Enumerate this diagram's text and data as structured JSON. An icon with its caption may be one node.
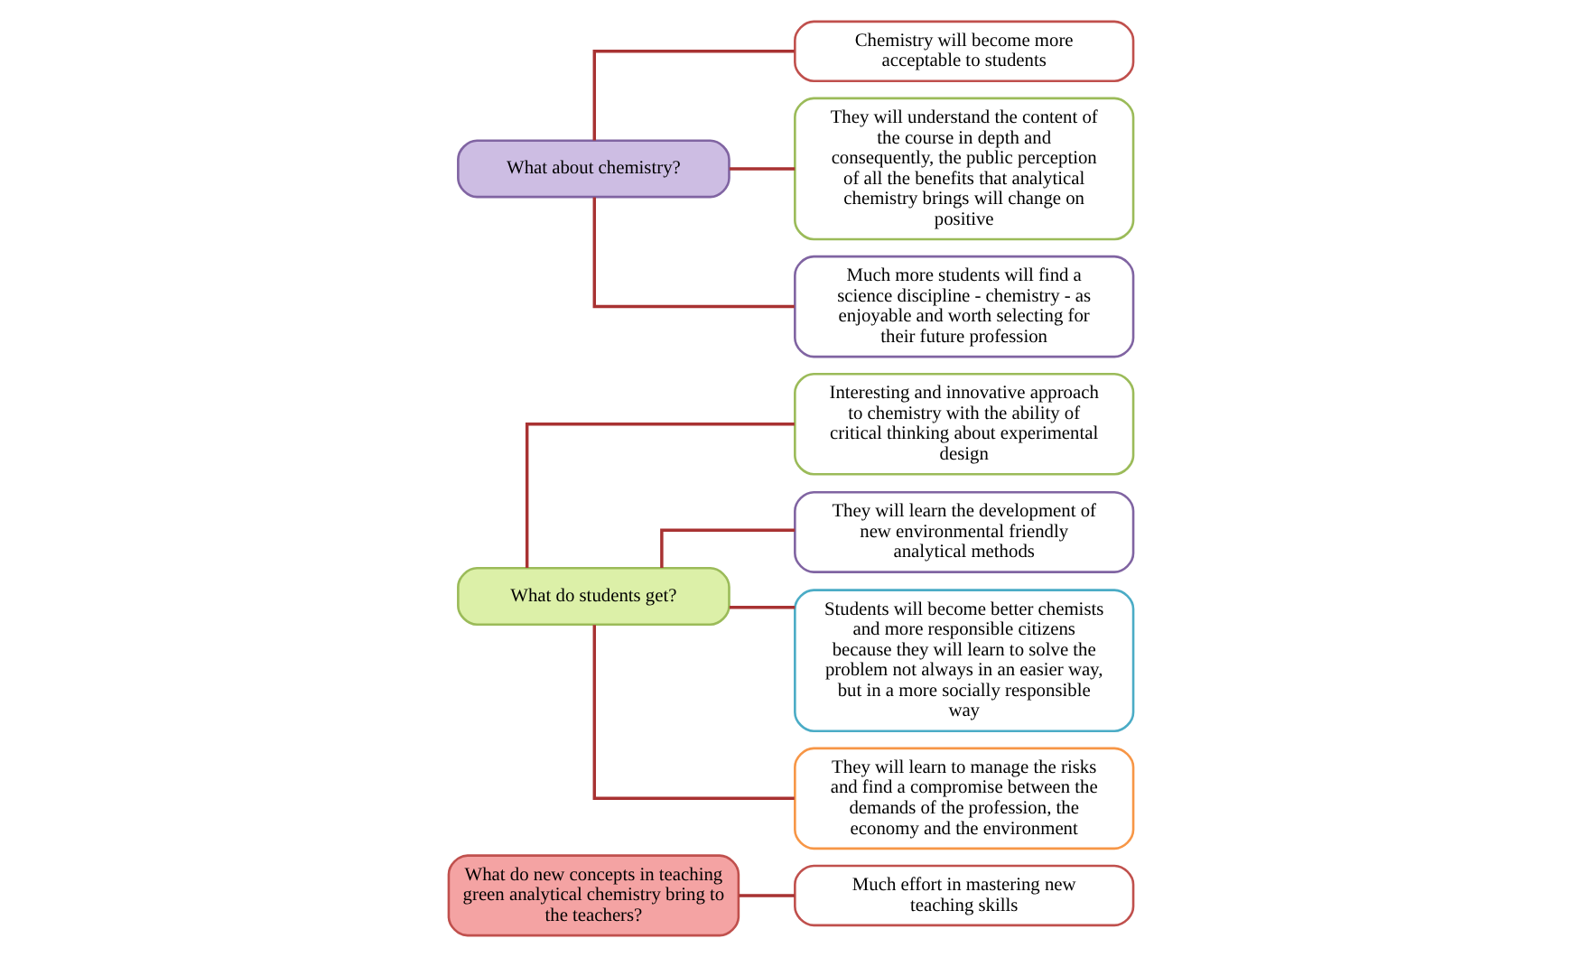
{
  "diagram": {
    "nodes": [
      {
        "text": [
          "What do new concepts in teaching green analytical chemistry bring to the teachers?"
        ]
      },
      {
        "text": [
          "Much effort in mastering new teaching skills"
        ]
      },
      {
        "text": [
          "What do students get?"
        ]
      },
      {
        "text": [
          "Interesting and innovative approach to chemistry with the ability of critical thinking about experimental design"
        ]
      },
      {
        "text": [
          "They will learn the development of new environmental friendly analytical methods"
        ]
      },
      {
        "text": [
          "Students will become better chemists and more responsible citizens because they will learn to solve the problem not always in an easier way, but in a more socially responsible way"
        ]
      },
      {
        "text": [
          "They will learn to manage the risks and find a compromise between the demands of the profession, the economy and the environment"
        ]
      },
      {
        "text": [
          "What about chemistry?"
        ]
      },
      {
        "text": [
          "Chemistry will become more acceptable to students"
        ]
      },
      {
        "text": [
          "They will understand the content of the course in depth and consequently, the public perception of all the benefits that analytical chemistry brings will change on positive"
        ]
      },
      {
        "text": [
          "Much more students will find a science discipline - chemistry - as enjoyable and worth selecting for their future profession"
        ]
      }
    ],
    "edges": [
      {
        "from": 0,
        "to": 1,
        "arrow": "none"
      },
      {
        "from": 2,
        "to": 3,
        "arrow": "none"
      },
      {
        "from": 2,
        "to": 4,
        "arrow": "none"
      },
      {
        "from": 2,
        "to": 5,
        "arrow": "none"
      },
      {
        "from": 2,
        "to": 6,
        "arrow": "none"
      },
      {
        "from": 7,
        "to": 8,
        "arrow": "none"
      },
      {
        "from": 7,
        "to": 9,
        "arrow": "none"
      },
      {
        "from": 7,
        "to": 10,
        "arrow": "none"
      }
    ]
  }
}
